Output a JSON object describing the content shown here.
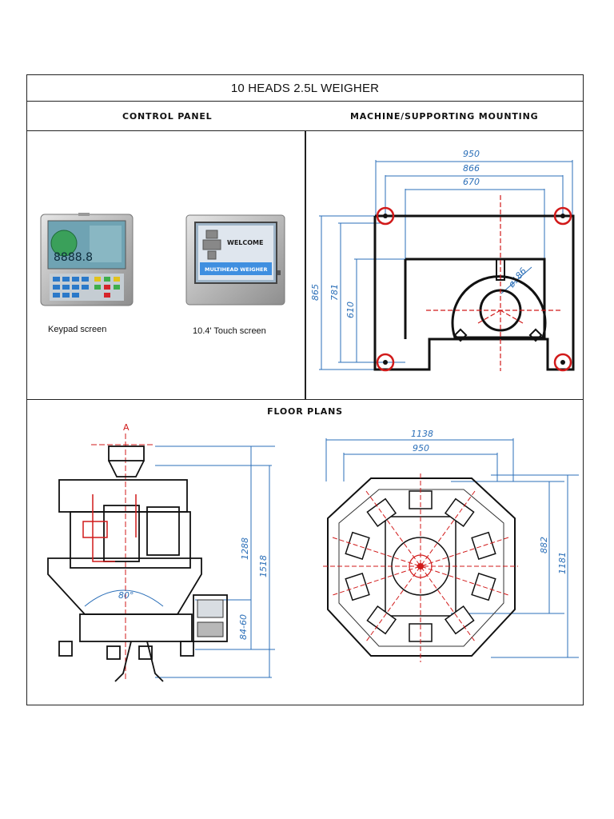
{
  "title": "10 HEADS 2.5L WEIGHER",
  "headers": {
    "control_panel": "CONTROL PANEL",
    "machine_mounting": "MACHINE/SUPPORTING MOUNTING",
    "floor_plans": "FLOOR PLANS"
  },
  "control_panel": {
    "keypad_caption": "Keypad screen",
    "keypad_display": "8888.8",
    "touch_caption": "10.4' Touch screen",
    "touch_welcome": "WELCOME",
    "touch_banner": "MULTIHEAD WEIGHER"
  },
  "mounting": {
    "dim_950": "950",
    "dim_866": "866",
    "dim_670": "670",
    "dim_865": "865",
    "dim_781": "781",
    "dim_610": "610",
    "dim_186": "ø186"
  },
  "floor_side": {
    "label_a": "A",
    "angle": "80°",
    "dim_1288": "1288",
    "dim_1518": "1518",
    "dim_84_60": "84-60"
  },
  "floor_top": {
    "dim_1138": "1138",
    "dim_950": "950",
    "dim_882": "882",
    "dim_1181": "1181"
  },
  "colors": {
    "dimension_blue": "#2b6fb8",
    "centerline_red": "#d11a1a",
    "line_dark": "#111111"
  }
}
